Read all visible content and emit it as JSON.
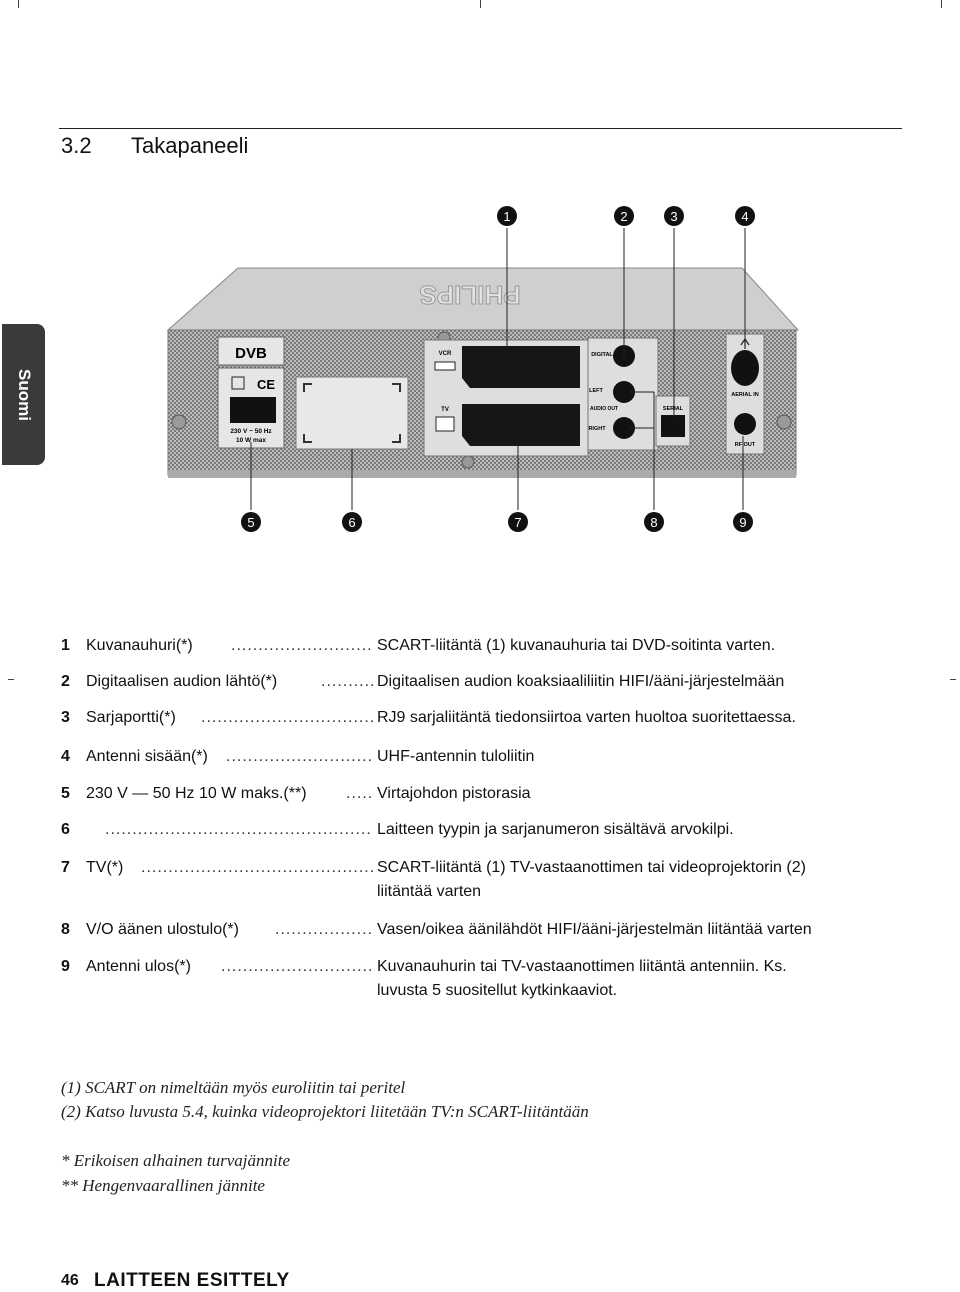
{
  "section": {
    "number": "3.2",
    "title": "Takapaneeli"
  },
  "side_tab": "Suomi",
  "figure": {
    "callouts_top": [
      "1",
      "2",
      "3",
      "4"
    ],
    "callouts_bottom": [
      "5",
      "6",
      "7",
      "8",
      "9"
    ],
    "brand": "PHILIPS",
    "labels": {
      "dvb": "DVB",
      "ce": "CE",
      "power_line1": "230 V ~ 50 Hz",
      "power_line2": "10 W max",
      "vcr": "VCR",
      "tv": "TV",
      "digital": "DIGITAL",
      "left": "LEFT",
      "audio_out": "AUDIO OUT",
      "right": "RIGHT",
      "serial": "SERIAL",
      "aerial_in": "AERIAL IN",
      "rf_out": "RF OUT"
    }
  },
  "items": [
    {
      "num": "1",
      "label": "Kuvanauhuri(*)",
      "desc": "SCART-liitäntä (1) kuvanauhuria tai DVD-soitinta varten.",
      "desc2": ""
    },
    {
      "num": "2",
      "label": "Digitaalisen audion lähtö(*)",
      "desc": "Digitaalisen audion koaksiaaliliitin HIFI/ääni-järjestelmään",
      "desc2": ""
    },
    {
      "num": "3",
      "label": "Sarjaportti(*)",
      "desc": "RJ9 sarjaliitäntä tiedonsiirtoa varten huoltoa suoritettaessa.",
      "desc2": ""
    },
    {
      "num": "4",
      "label": "Antenni sisään(*)",
      "desc": "UHF-antennin tuloliitin",
      "desc2": ""
    },
    {
      "num": "5",
      "label": "230 V — 50 Hz 10 W maks.(**)",
      "desc": "Virtajohdon pistorasia",
      "desc2": ""
    },
    {
      "num": "6",
      "label": "",
      "desc": "Laitteen tyypin ja sarjanumeron sisältävä arvokilpi.",
      "desc2": ""
    },
    {
      "num": "7",
      "label": "TV(*)",
      "desc": "SCART-liitäntä (1) TV-vastaanottimen tai videoprojektorin (2)",
      "desc2": "liitäntää varten"
    },
    {
      "num": "8",
      "label": "V/O äänen ulostulo(*)",
      "desc": "Vasen/oikea äänilähdöt HIFI/ääni-järjestelmän liitäntää varten",
      "desc2": ""
    },
    {
      "num": "9",
      "label": "Antenni ulos(*)",
      "desc": "Kuvanauhurin tai TV-vastaanottimen liitäntä antenniin. Ks.",
      "desc2": "luvusta 5 suositellut kytkinkaaviot."
    }
  ],
  "footnotes": [
    "(1) SCART on nimeltään myös euroliitin tai peritel",
    "(2) Katso luvusta 5.4, kuinka videoprojektori liitetään TV:n SCART-liitäntään",
    "* Erikoisen alhainen turvajännite",
    "** Hengenvaarallinen jännite"
  ],
  "footer": {
    "page_number": "46",
    "chapter": "LAITTEEN ESITTELY"
  }
}
